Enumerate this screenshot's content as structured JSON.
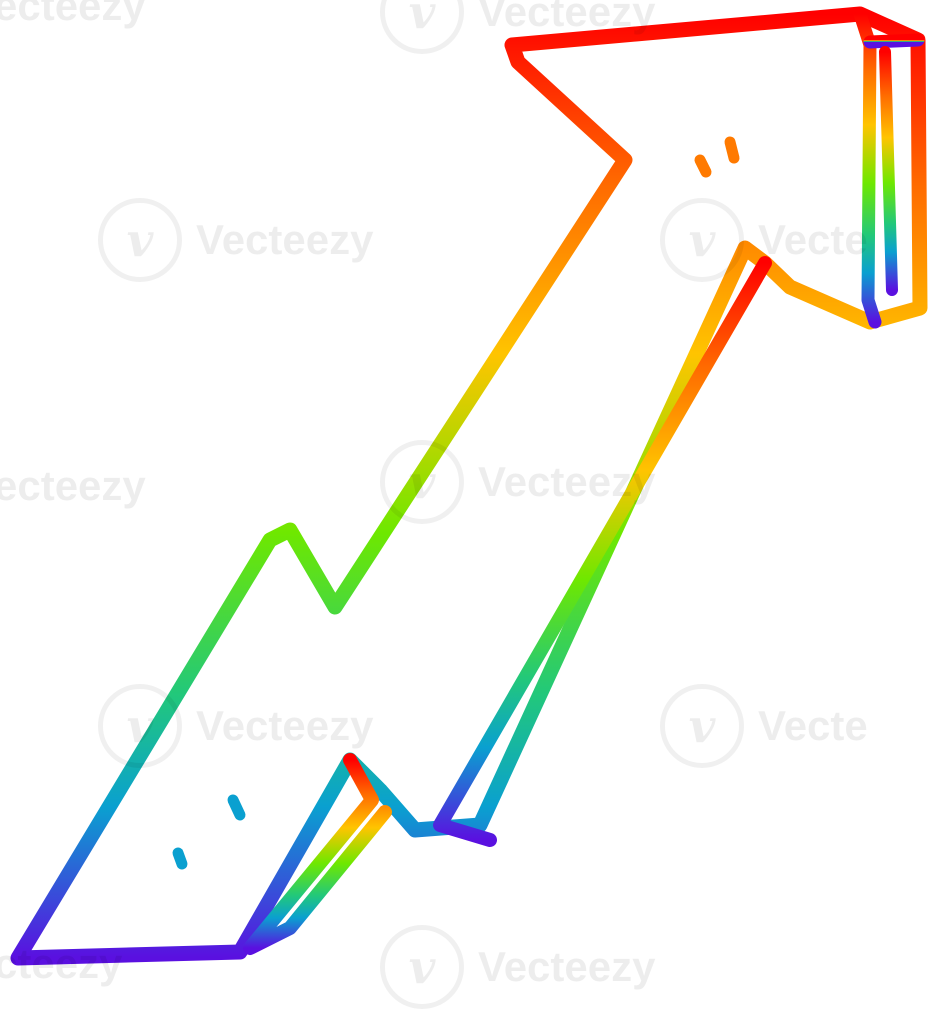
{
  "image": {
    "subject": "rainbow-arrow",
    "palette": [
      "#ff0000",
      "#ff7a00",
      "#ffc800",
      "#66e600",
      "#00b0b0",
      "#1a40e0",
      "#5a10e0"
    ]
  },
  "watermark": {
    "text": "Vecteezy",
    "partial_left": "ecteezy",
    "partial_right": "Vecte",
    "partial_bottom": "cteezy"
  }
}
